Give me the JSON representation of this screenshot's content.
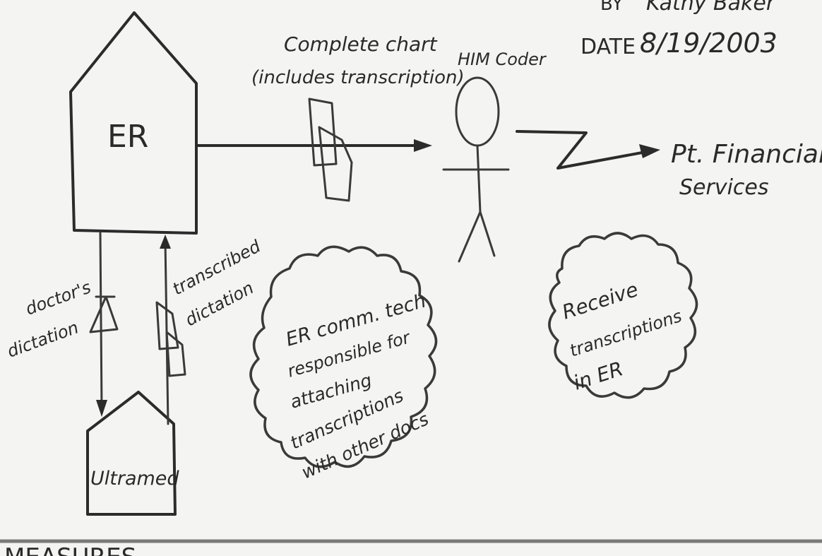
{
  "header": {
    "by_label": "BY",
    "by_name": "Kathy Baker",
    "date_label": "DATE",
    "date_value": "8/19/2003"
  },
  "nodes": {
    "er": "ER",
    "ultramed": "Ultramed",
    "him_coder": "HIM Coder",
    "financial_line1": "Pt. Financial",
    "financial_line2": "Services"
  },
  "flows": {
    "complete_chart_line1": "Complete chart",
    "complete_chart_line2": "(includes transcription)",
    "doctors_dictation_line1": "doctor's",
    "doctors_dictation_line2": "dictation",
    "transcribed_dictation_line1": "transcribed",
    "transcribed_dictation_line2": "dictation"
  },
  "clouds": {
    "er_comm_tech": [
      "ER comm. tech",
      "responsible for",
      "attaching",
      "transcriptions",
      "with other docs"
    ],
    "receive_transcriptions": [
      "Receive",
      "transcriptions",
      "in ER"
    ]
  },
  "footer": {
    "section_heading": "MEASURES"
  },
  "colors": {
    "paper": "#f4f4f2",
    "ink": "#2b2b2b"
  }
}
